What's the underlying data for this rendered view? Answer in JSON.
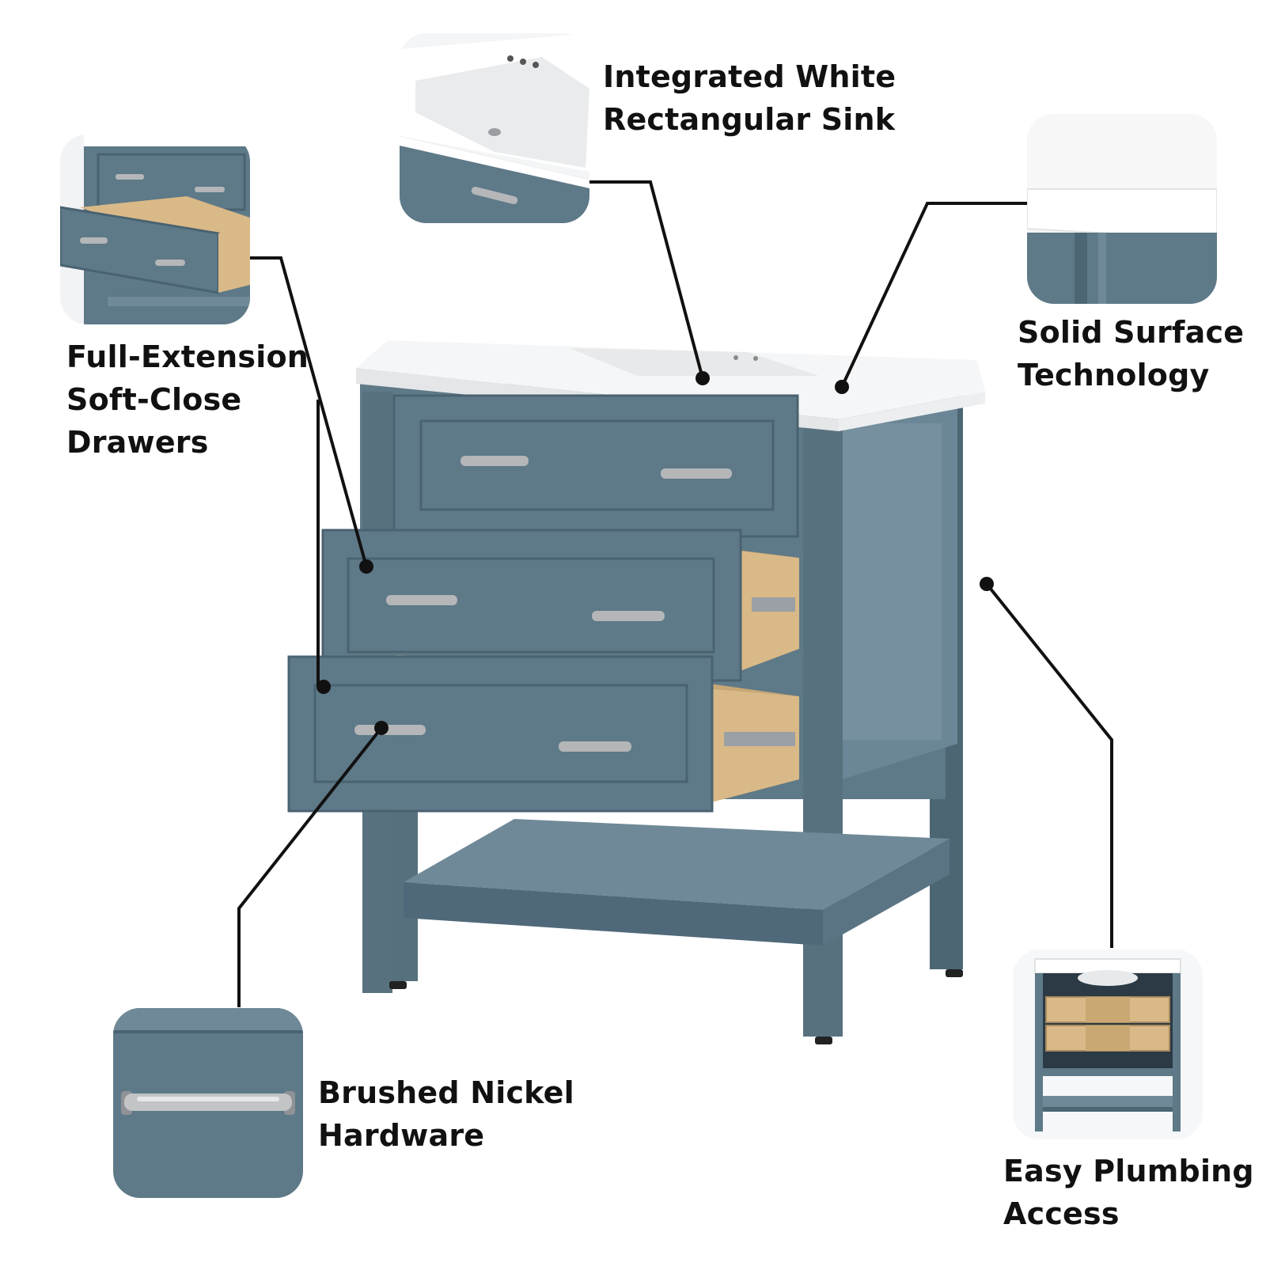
{
  "colors": {
    "cabinet": "#5e7988",
    "cabinet_dark": "#4d6674",
    "cabinet_light": "#7690a0",
    "countertop": "#f5f6f7",
    "drawer_wood": "#d9b987",
    "hardware": "#b4b6b8",
    "callout": "#111111"
  },
  "features": {
    "sink": {
      "label": "Integrated White\nRectangular Sink",
      "icon": "sink-thumbnail"
    },
    "surface": {
      "label": "Solid Surface\nTechnology",
      "icon": "countertop-edge-thumbnail"
    },
    "drawers": {
      "label": "Full-Extension\nSoft-Close\nDrawers",
      "icon": "open-drawer-thumbnail"
    },
    "hardware": {
      "label": "Brushed Nickel\nHardware",
      "icon": "drawer-pull-thumbnail"
    },
    "plumbing": {
      "label": "Easy Plumbing\nAccess",
      "icon": "vanity-back-thumbnail"
    }
  }
}
